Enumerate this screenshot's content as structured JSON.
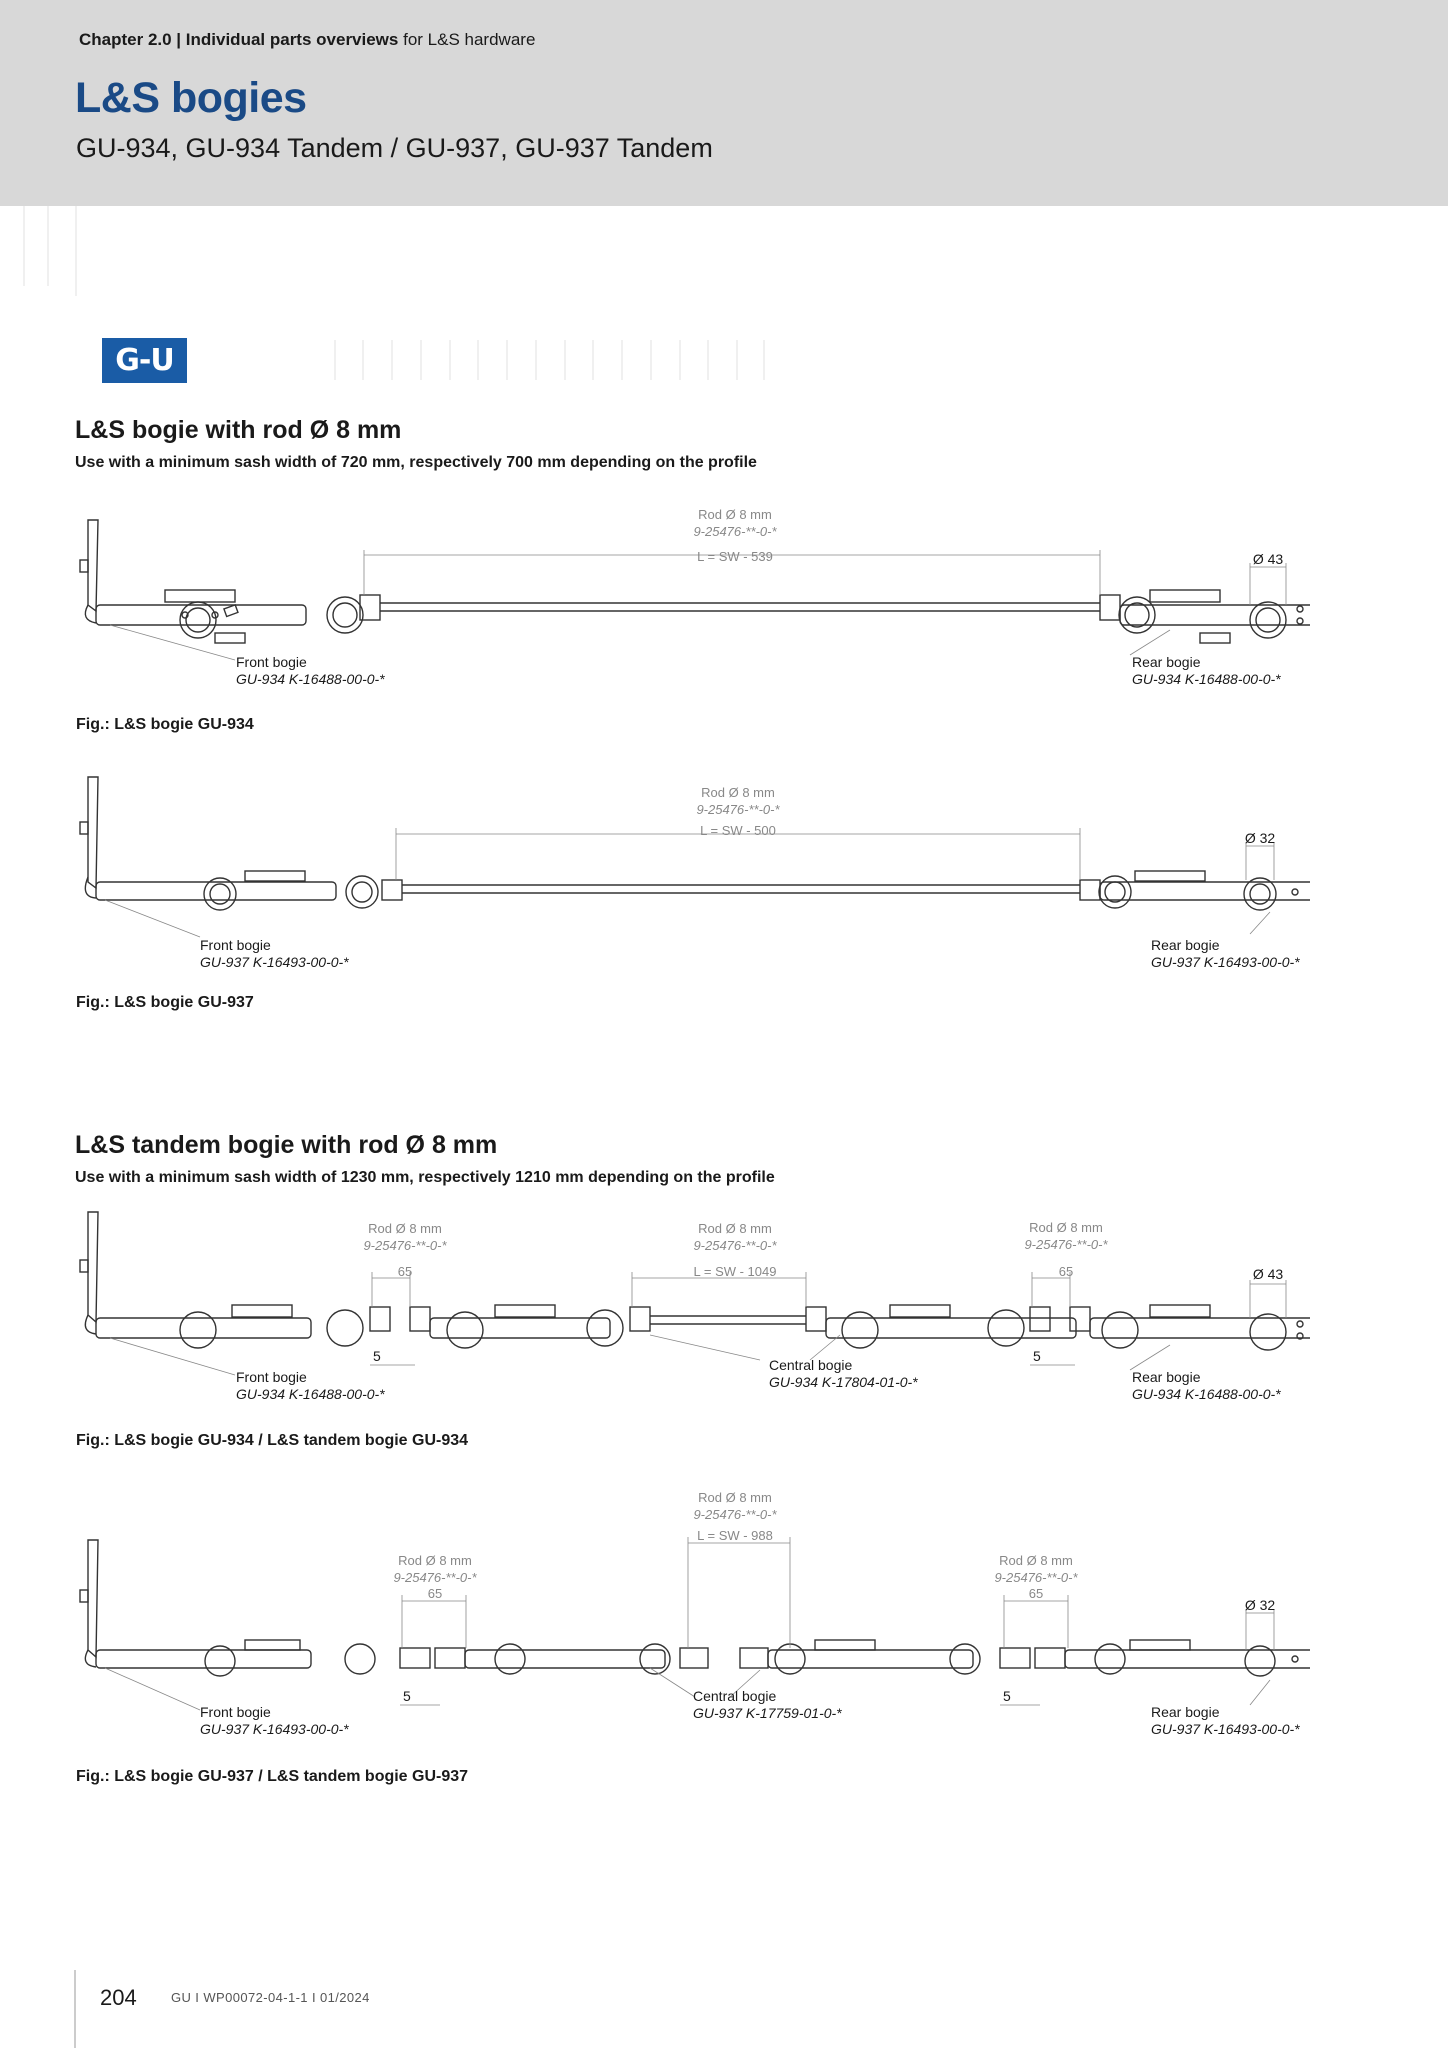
{
  "header": {
    "chapter_bold": "Chapter 2.0 | Individual parts overviews",
    "chapter_rest": "for L&S hardware",
    "title": "L&S bogies",
    "subtitle": "GU-934, GU-934 Tandem / GU-937, GU-937 Tandem",
    "brand_color": "#1a4a86",
    "header_bg": "#d8d8d8"
  },
  "logo": {
    "text": "G-U",
    "color": "#1a5ca6"
  },
  "section1": {
    "title": "L&S bogie with rod Ø 8 mm",
    "subtitle": "Use with a minimum sash width of 720 mm, respectively 700 mm depending on the profile"
  },
  "fig1": {
    "rod_label": "Rod Ø 8 mm",
    "rod_part": "9-25476-**-0-*",
    "length": "L = SW - 539",
    "diameter": "Ø 43",
    "front_label": "Front bogie",
    "front_part": "GU-934 K-16488-00-0-*",
    "rear_label": "Rear bogie",
    "rear_part": "GU-934 K-16488-00-0-*",
    "caption": "Fig.: L&S bogie GU-934"
  },
  "fig2": {
    "rod_label": "Rod Ø 8 mm",
    "rod_part": "9-25476-**-0-*",
    "length": "L = SW - 500",
    "diameter": "Ø 32",
    "front_label": "Front bogie",
    "front_part": "GU-937 K-16493-00-0-*",
    "rear_label": "Rear bogie",
    "rear_part": "GU-937 K-16493-00-0-*",
    "caption": "Fig.: L&S bogie GU-937"
  },
  "section2": {
    "title": "L&S tandem bogie with rod Ø 8 mm",
    "subtitle": "Use with a minimum sash width of 1230 mm, respectively 1210 mm depending on the profile"
  },
  "fig3": {
    "rod_label": "Rod Ø 8 mm",
    "rod_part": "9-25476-**-0-*",
    "length": "L = SW - 1049",
    "dim_65": "65",
    "dim_5": "5",
    "diameter": "Ø 43",
    "front_label": "Front bogie",
    "front_part": "GU-934 K-16488-00-0-*",
    "central_label": "Central bogie",
    "central_part": "GU-934 K-17804-01-0-*",
    "rear_label": "Rear bogie",
    "rear_part": "GU-934 K-16488-00-0-*",
    "caption": "Fig.: L&S bogie GU-934 / L&S tandem bogie GU-934"
  },
  "fig4": {
    "rod_label": "Rod Ø 8 mm",
    "rod_part": "9-25476-**-0-*",
    "length": "L = SW - 988",
    "dim_65": "65",
    "dim_5": "5",
    "diameter": "Ø 32",
    "front_label": "Front bogie",
    "front_part": "GU-937 K-16493-00-0-*",
    "central_label": "Central bogie",
    "central_part": "GU-937 K-17759-01-0-*",
    "rear_label": "Rear bogie",
    "rear_part": "GU-937 K-16493-00-0-*",
    "caption": "Fig.: L&S bogie GU-937 / L&S tandem bogie GU-937"
  },
  "footer": {
    "page_number": "204",
    "reference": "GU I WP00072-04-1-1 I 01/2024"
  }
}
